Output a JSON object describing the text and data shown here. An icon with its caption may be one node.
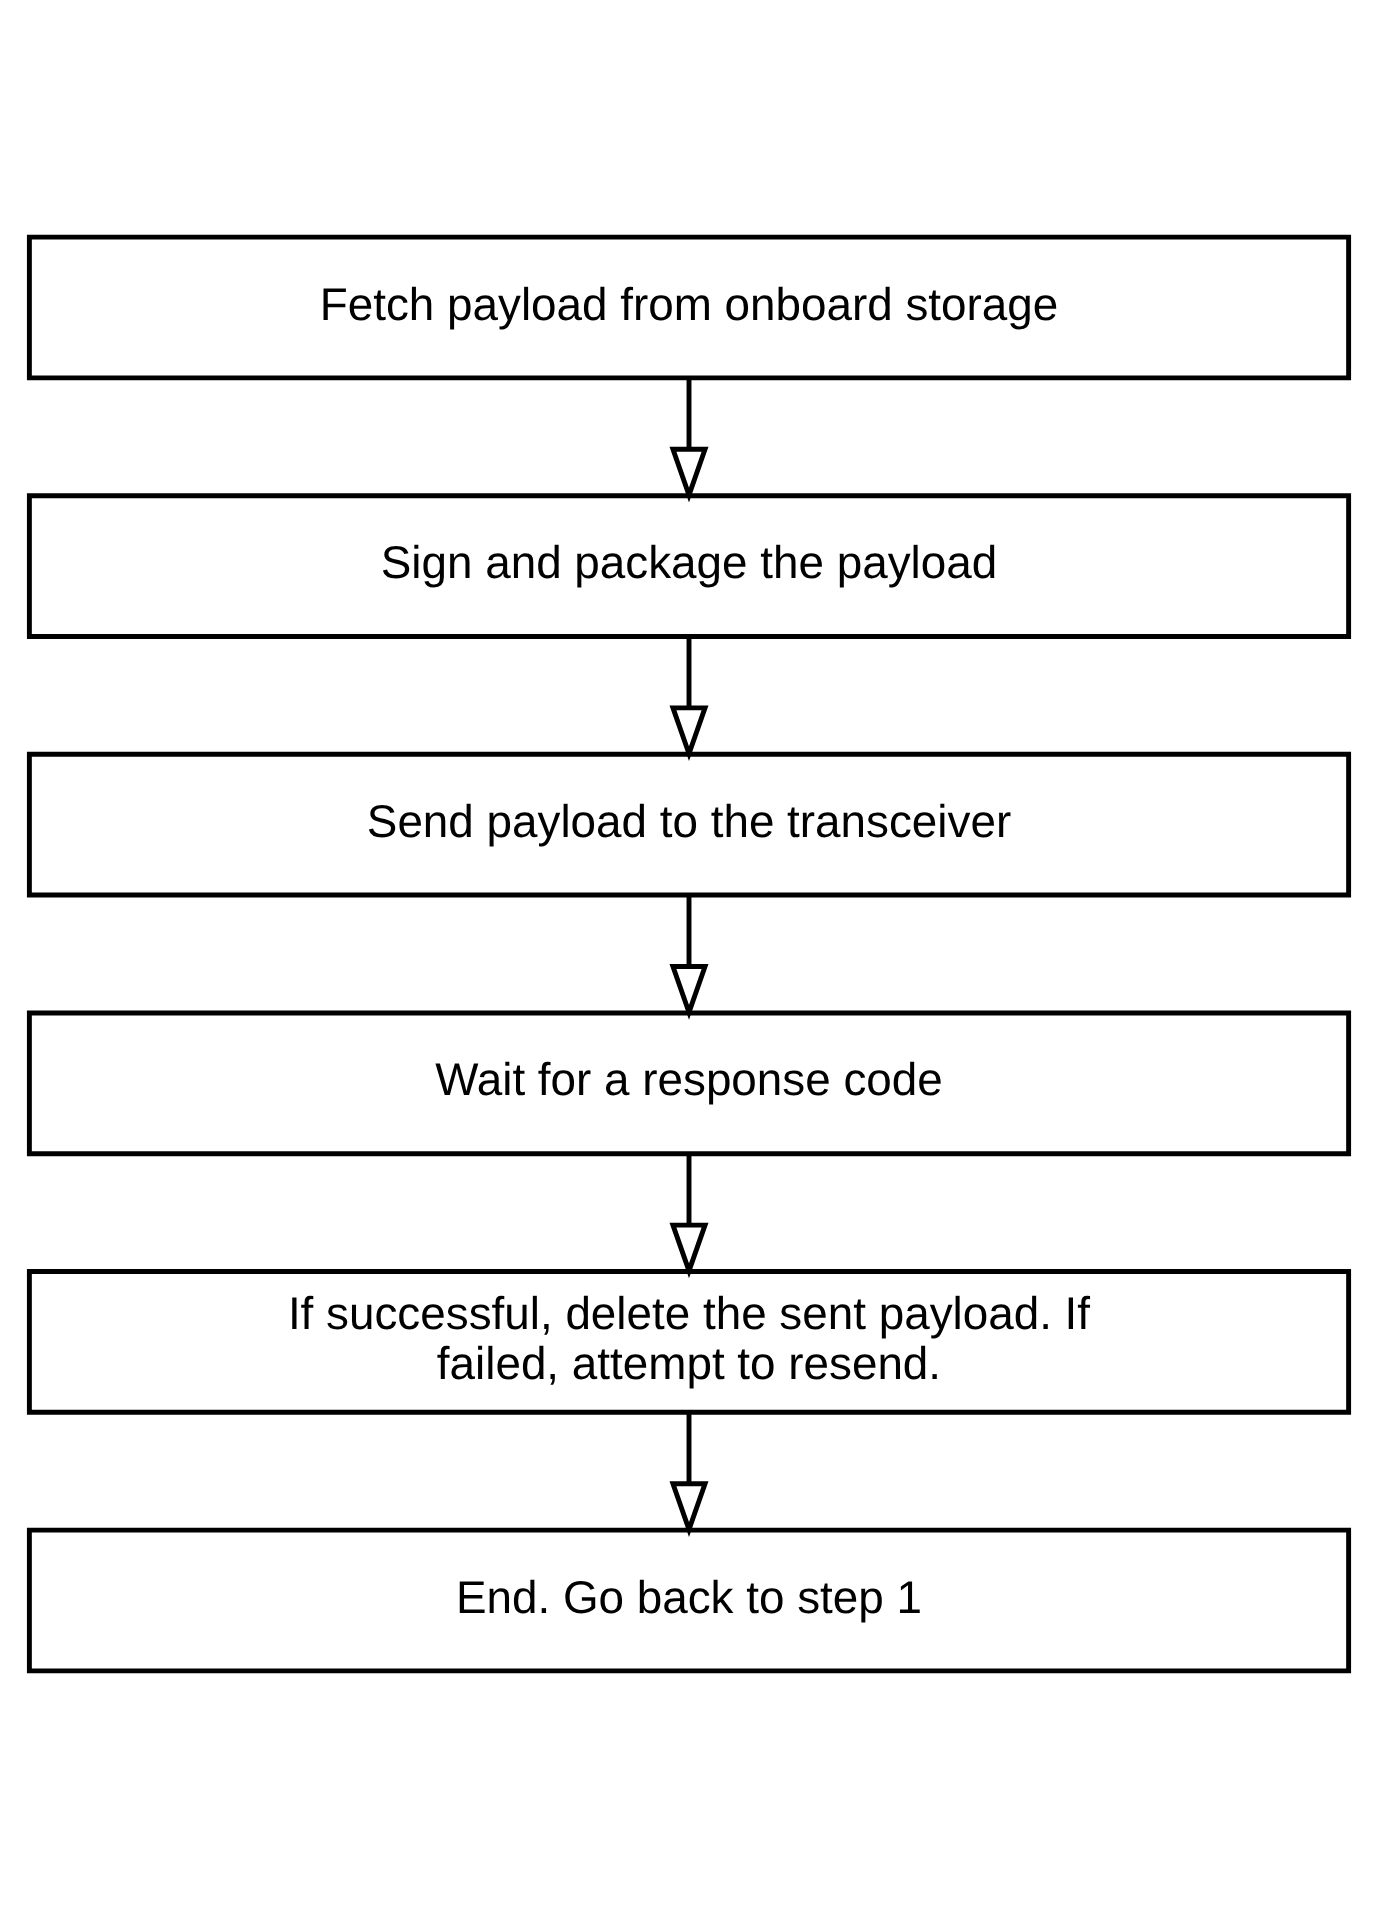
{
  "diagram": {
    "nodes": [
      {
        "text": [
          "Fetch payload from onboard storage"
        ]
      },
      {
        "text": [
          "Sign and package the payload"
        ]
      },
      {
        "text": [
          "Send payload to the transceiver"
        ]
      },
      {
        "text": [
          "Wait for a response code"
        ]
      },
      {
        "text": [
          "If successful, delete the sent payload. If failed, attempt to resend."
        ]
      },
      {
        "text": [
          "End. Go back to step 1"
        ]
      }
    ],
    "edges": [
      {
        "from": 0,
        "to": 1,
        "arrow": "to"
      },
      {
        "from": 1,
        "to": 2,
        "arrow": "to"
      },
      {
        "from": 2,
        "to": 3,
        "arrow": "to"
      },
      {
        "from": 3,
        "to": 4,
        "arrow": "to"
      },
      {
        "from": 4,
        "to": 5,
        "arrow": "to"
      }
    ]
  }
}
